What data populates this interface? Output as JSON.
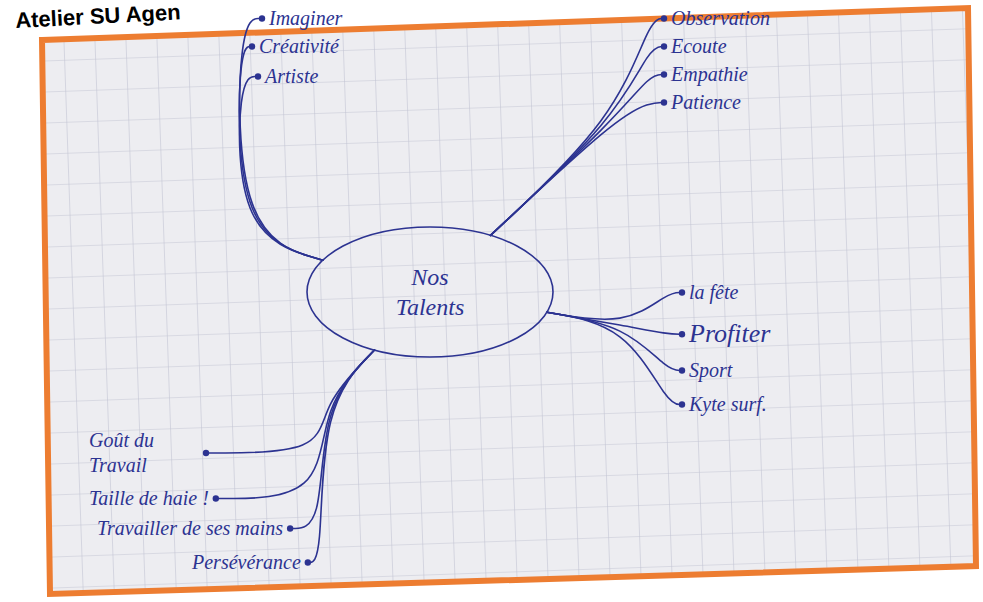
{
  "diagram": {
    "title": "Atelier SU Agen",
    "nodes": [
      {
        "text": [
          "Nos Talents"
        ]
      },
      {
        "text": [
          "Imaginer"
        ]
      },
      {
        "text": [
          "Créativité"
        ]
      },
      {
        "text": [
          "Artiste"
        ]
      },
      {
        "text": [
          "Observation"
        ]
      },
      {
        "text": [
          "Ecoute"
        ]
      },
      {
        "text": [
          "Empathie"
        ]
      },
      {
        "text": [
          "Patience"
        ]
      },
      {
        "text": [
          "la fête"
        ]
      },
      {
        "text": [
          "Profiter"
        ]
      },
      {
        "text": [
          "Sport"
        ]
      },
      {
        "text": [
          "Kyte surf."
        ]
      },
      {
        "text": [
          "Goût du Travail"
        ]
      },
      {
        "text": [
          "Taille de haie !"
        ]
      },
      {
        "text": [
          "Travailler de ses mains"
        ]
      },
      {
        "text": [
          "Persévérance"
        ]
      }
    ],
    "edges": [
      {
        "from": 0,
        "to": 1,
        "arrow": "none"
      },
      {
        "from": 0,
        "to": 2,
        "arrow": "none"
      },
      {
        "from": 0,
        "to": 3,
        "arrow": "none"
      },
      {
        "from": 0,
        "to": 4,
        "arrow": "none"
      },
      {
        "from": 0,
        "to": 5,
        "arrow": "none"
      },
      {
        "from": 0,
        "to": 6,
        "arrow": "none"
      },
      {
        "from": 0,
        "to": 7,
        "arrow": "none"
      },
      {
        "from": 0,
        "to": 8,
        "arrow": "none"
      },
      {
        "from": 0,
        "to": 9,
        "arrow": "none"
      },
      {
        "from": 0,
        "to": 10,
        "arrow": "none"
      },
      {
        "from": 0,
        "to": 11,
        "arrow": "none"
      },
      {
        "from": 0,
        "to": 12,
        "arrow": "none"
      },
      {
        "from": 0,
        "to": 13,
        "arrow": "none"
      },
      {
        "from": 0,
        "to": 14,
        "arrow": "none"
      },
      {
        "from": 0,
        "to": 15,
        "arrow": "none"
      }
    ]
  }
}
